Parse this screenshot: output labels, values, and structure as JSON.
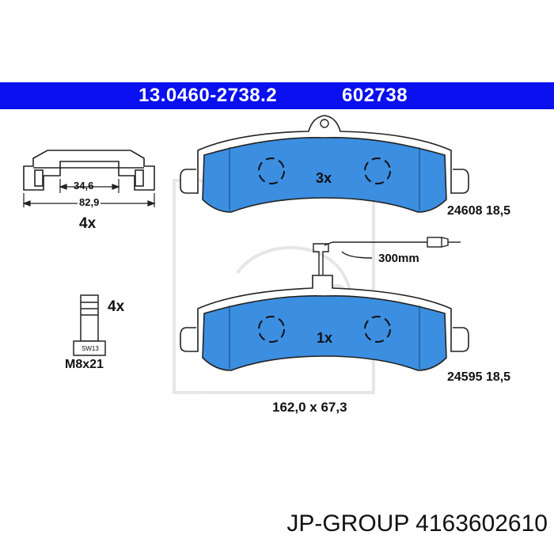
{
  "header": {
    "part_number": "13.0460-2738.2",
    "ref_number": "602738",
    "bg_color": "#0a10f0"
  },
  "clip": {
    "dim_inner": "34,6",
    "dim_outer": "82,9",
    "qty": "4x"
  },
  "bolt": {
    "qty": "4x",
    "head_mark": "SW13",
    "size": "M8x21"
  },
  "pad_top": {
    "qty": "3x",
    "code": "24608 18,5",
    "color": "#3c8ee0"
  },
  "sensor": {
    "length": "300mm"
  },
  "pad_bottom": {
    "qty": "1x",
    "code": "24595 18,5",
    "color": "#3c8ee0"
  },
  "dimensions": "162,0 x 67,3",
  "footer": {
    "brand": "JP-GROUP",
    "part_number": "4163602610"
  }
}
